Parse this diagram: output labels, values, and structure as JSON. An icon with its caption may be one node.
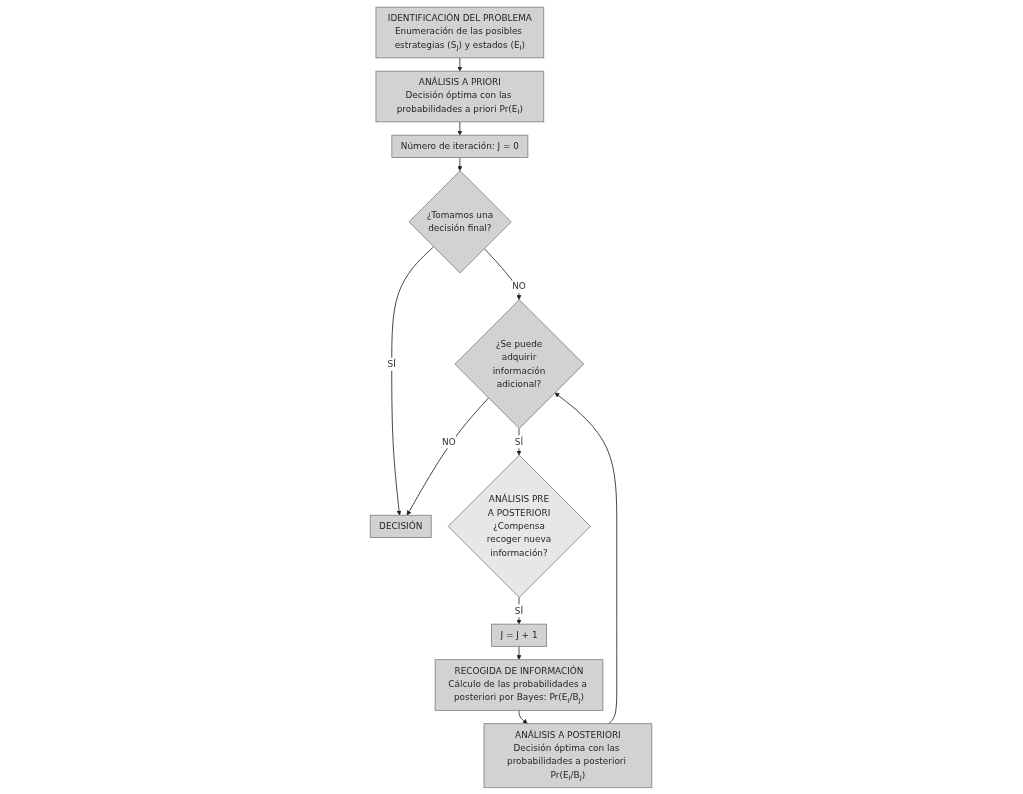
{
  "diagram": {
    "nodes": [
      {
        "text": [
          "ANÁLISIS A PRIORI",
          "Decisión óptima con las probabilidades a priori Pr(E$_{i}$)"
        ]
      },
      {
        "text": [
          "IDENTIFICACIÓN DEL PROBLEMA",
          "Enumeración de las posibles estrategias (S$_{j}$) y estados (E$_{i}$)"
        ]
      },
      {
        "text": [
          "Número de iteración: J = 0"
        ]
      },
      {
        "text": [
          "¿Tomamos una decisión final?"
        ]
      },
      {
        "text": [
          "ANÁLISIS A POSTERIORI",
          "Decisión óptima con las probabilidades a posteriori Pr(E$_{i}$/B$_{j}$)"
        ]
      },
      {
        "text": [
          "¿Se puede adquirir información adicional?"
        ]
      },
      {
        "text": [
          "RECOGIDA DE INFORMACIÓN",
          "Cálculo de las probabilidades a posteriori por Bayes: Pr(E$_{i}$/B$_{j}$)"
        ]
      },
      {
        "text": [
          "ANÁLISIS PRE A POSTERIORI",
          "¿Compensa recoger nueva información?"
        ]
      },
      {
        "text": [
          "DECISIÓN"
        ]
      },
      {
        "text": [
          "J = J + 1"
        ]
      }
    ],
    "edges": [
      {
        "from": 1,
        "to": 0,
        "arrow": "to"
      },
      {
        "from": 0,
        "to": 2,
        "arrow": "to"
      },
      {
        "from": 2,
        "to": 3,
        "arrow": "to"
      },
      {
        "from": 3,
        "to": 8,
        "arrow": "to",
        "label": "SÍ"
      },
      {
        "from": 3,
        "to": 5,
        "arrow": "to",
        "label": "NO"
      },
      {
        "from": 4,
        "to": 5,
        "arrow": "to"
      },
      {
        "from": 5,
        "to": 8,
        "arrow": "to",
        "label": "NO"
      },
      {
        "from": 5,
        "to": 7,
        "arrow": "to",
        "label": "SÍ"
      },
      {
        "from": 7,
        "to": 9,
        "arrow": "to",
        "label": "SÍ"
      },
      {
        "from": 9,
        "to": 6,
        "arrow": "to"
      },
      {
        "from": 6,
        "to": 4,
        "arrow": "to"
      }
    ]
  }
}
